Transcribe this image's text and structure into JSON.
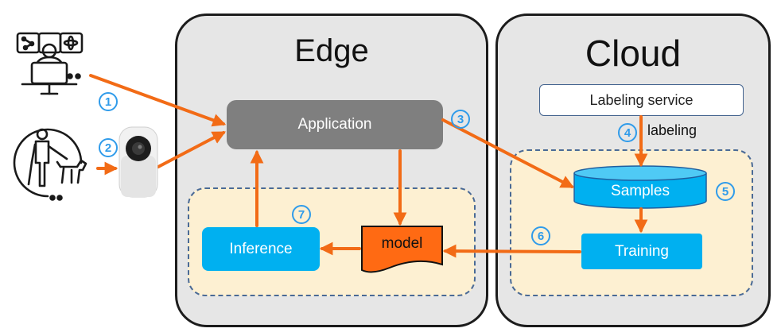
{
  "panels": {
    "edge": {
      "title": "Edge"
    },
    "cloud": {
      "title": "Cloud"
    }
  },
  "nodes": {
    "application": "Application",
    "inference": "Inference",
    "model": "model",
    "labeling_service": "Labeling service",
    "samples": "Samples",
    "training": "Training"
  },
  "edge_labels": {
    "labeling": "labeling"
  },
  "steps": [
    "1",
    "2",
    "3",
    "4",
    "5",
    "6",
    "7"
  ],
  "colors": {
    "arrow": "#f26b16",
    "node_blue": "#00b0f0",
    "node_gray": "#7f7f7f",
    "model_orange": "#ff6a13",
    "panel_fill": "#e6e6e6",
    "dashed_fill": "#fdf0d2",
    "dashed_border": "#4a6a96",
    "step_number": "#2f9bea"
  },
  "icons": [
    "operator-workstation-icon",
    "pedestrian-with-dog-icon",
    "security-camera-icon",
    "cylinder-icon",
    "document-icon"
  ]
}
